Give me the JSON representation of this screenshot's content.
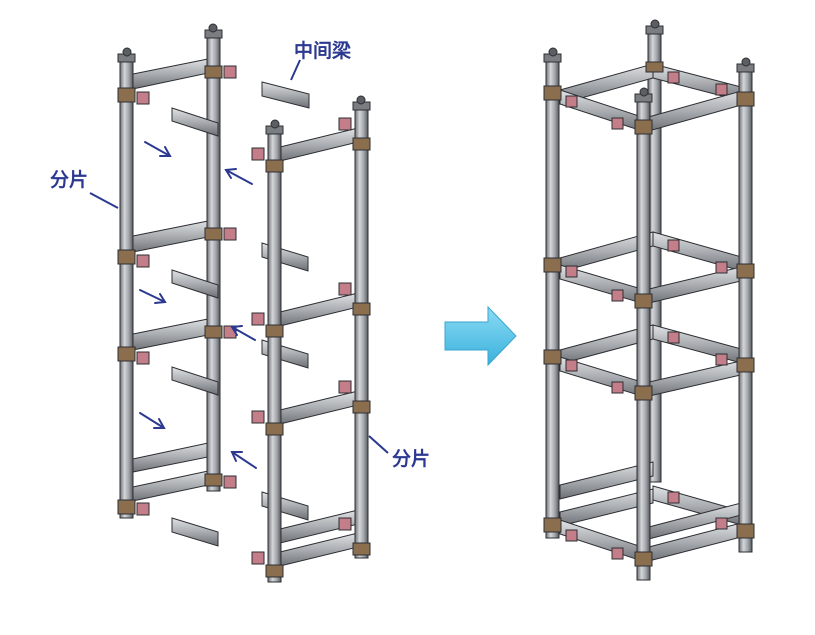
{
  "labels": {
    "top_beam": "中间梁",
    "left_panel": "分片",
    "right_panel": "分片"
  },
  "colors": {
    "steel_light": "#c9cbce",
    "steel_mid": "#9b9ea3",
    "steel_dark": "#5b5e63",
    "outline": "#2d2f33",
    "bracket": "#c47e89",
    "joint": "#8b6e4e",
    "annotation": "#2b3990",
    "transition_arrow": "#5ec5e8",
    "transition_arrow_edge": "#3aa6cf"
  },
  "icons": {
    "transition": "right-arrow-icon",
    "assembly_hint": "arrow-icon"
  }
}
